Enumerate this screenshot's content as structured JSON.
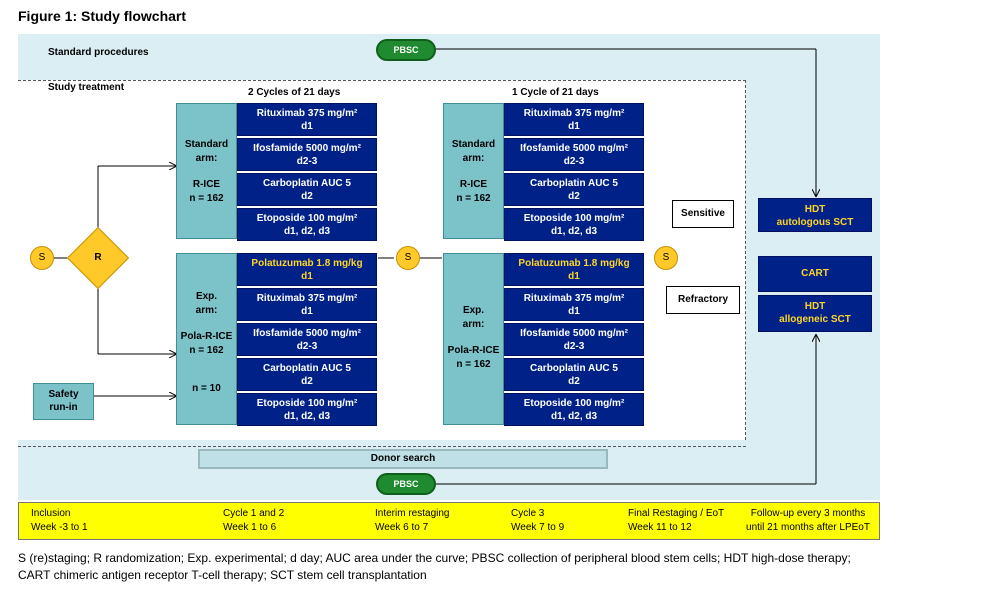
{
  "title": "Figure 1: Study flowchart",
  "labels": {
    "standard_procedures": "Standard procedures",
    "study_treatment": "Study treatment",
    "cycles_left": "2 Cycles of 21 days",
    "cycles_right": "1 Cycle of 21 days",
    "pbsc": "PBSC",
    "donor_search": "Donor search",
    "safety_line1": "Safety",
    "safety_line2": "run-in",
    "s": "S",
    "r": "R",
    "sensitive": "Sensitive",
    "refractory": "Refractory"
  },
  "left_block": {
    "standard_arm": {
      "name": "Standard",
      "name2": "arm:",
      "regimen": "R-ICE",
      "n": "n = 162"
    },
    "exp_arm": {
      "name": "Exp.",
      "name2": "arm:",
      "regimen": "Pola-R-ICE",
      "n": "n = 162",
      "n_safety": "n = 10"
    }
  },
  "right_block": {
    "standard_arm": {
      "name": "Standard",
      "name2": "arm:",
      "regimen": "R-ICE",
      "n": "n = 162"
    },
    "exp_arm": {
      "name": "Exp.",
      "name2": "arm:",
      "regimen": "Pola-R-ICE",
      "n": "n = 162"
    }
  },
  "drugs_standard": [
    {
      "line1": "Rituximab 375 mg/m²",
      "line2": "d1"
    },
    {
      "line1": "Ifosfamide 5000 mg/m²",
      "line2": "d2-3"
    },
    {
      "line1": "Carboplatin AUC 5",
      "line2": "d2"
    },
    {
      "line1": "Etoposide 100 mg/m²",
      "line2": "d1, d2, d3"
    }
  ],
  "drugs_exp": [
    {
      "line1": "Polatuzumab 1.8 mg/kg",
      "line2": "d1"
    },
    {
      "line1": "Rituximab 375 mg/m²",
      "line2": "d1"
    },
    {
      "line1": "Ifosfamide 5000 mg/m²",
      "line2": "d2-3"
    },
    {
      "line1": "Carboplatin AUC 5",
      "line2": "d2"
    },
    {
      "line1": "Etoposide 100 mg/m²",
      "line2": "d1, d2, d3"
    }
  ],
  "outcomes": {
    "hdt_auto_line1": "HDT",
    "hdt_auto_line2": "autologous SCT",
    "cart": "CART",
    "hdt_allo_line1": "HDT",
    "hdt_allo_line2": "allogeneic SCT"
  },
  "timeline": [
    {
      "line1": "Inclusion",
      "line2": "Week -3 to 1"
    },
    {
      "line1": "Cycle 1 and 2",
      "line2": "Week 1 to 6"
    },
    {
      "line1": "Interim restaging",
      "line2": "Week 6 to 7"
    },
    {
      "line1": "Cycle 3",
      "line2": "Week 7 to 9"
    },
    {
      "line1": "Final Restaging / EoT",
      "line2": "Week 11 to 12"
    },
    {
      "line1": "Follow-up every 3 months",
      "line2": "until 21 months after LPEoT"
    }
  ],
  "footer_line1": "S (re)staging; R randomization; Exp. experimental; d day; AUC area under the curve; PBSC collection of peripheral blood stem cells; HDT high-dose therapy;",
  "footer_line2": "CART chimeric antigen receptor T-cell therapy; SCT stem cell transplantation"
}
